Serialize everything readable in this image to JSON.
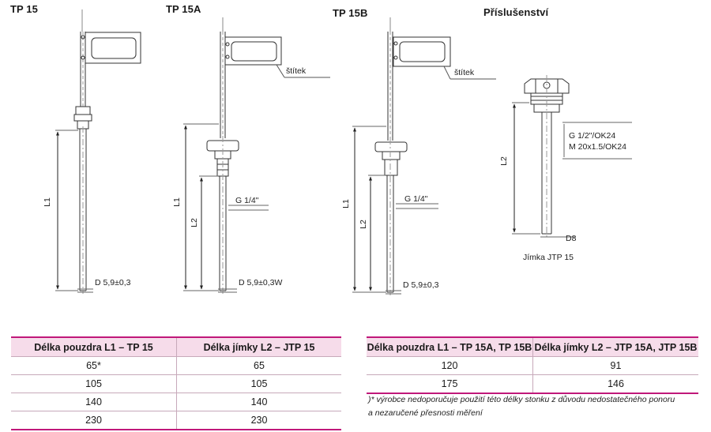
{
  "titles": {
    "tp15": "TP 15",
    "tp15a": "TP 15A",
    "tp15b": "TP 15B",
    "accessories": "Příslušenství"
  },
  "labels": {
    "label_tag_a": "štítek",
    "label_tag_b": "štítek",
    "l1_tp15": "L1",
    "l1_tp15a": "L1",
    "l2_tp15a": "L2",
    "l1_tp15b": "L1",
    "l2_tp15b": "L2",
    "l2_acc": "L2",
    "d_tp15": "D 5,9±0,3",
    "d_tp15a": "D 5,9±0,3W",
    "d_tp15b": "D 5,9±0,3",
    "g_tp15a": "G 1/4\"",
    "g_tp15b": "G 1/4\"",
    "g_acc_1": "G 1/2\"/OK24",
    "g_acc_2": "M 20x1.5/OK24",
    "d8": "D8",
    "jimka": "Jímka JTP 15"
  },
  "table_left": {
    "headers": [
      "Délka pouzdra L1 – TP 15",
      "Délka jímky L2 – JTP 15"
    ],
    "rows": [
      [
        "65*",
        "65"
      ],
      [
        "105",
        "105"
      ],
      [
        "140",
        "140"
      ],
      [
        "230",
        "230"
      ]
    ]
  },
  "table_right": {
    "headers": [
      "Délka pouzdra L1 – TP 15A, TP 15B",
      "Délka jímky L2 – JTP 15A, JTP 15B"
    ],
    "rows": [
      [
        "120",
        "91"
      ],
      [
        "175",
        "146"
      ]
    ]
  },
  "footnote": {
    "line1": ")* výrobce nedoporučuje použití této délky stonku z důvodu nedostatečného ponoru",
    "line2": "a nezaručené přesnosti měření"
  },
  "colors": {
    "accent": "#c0187a",
    "header_bg": "#f6dcea"
  }
}
